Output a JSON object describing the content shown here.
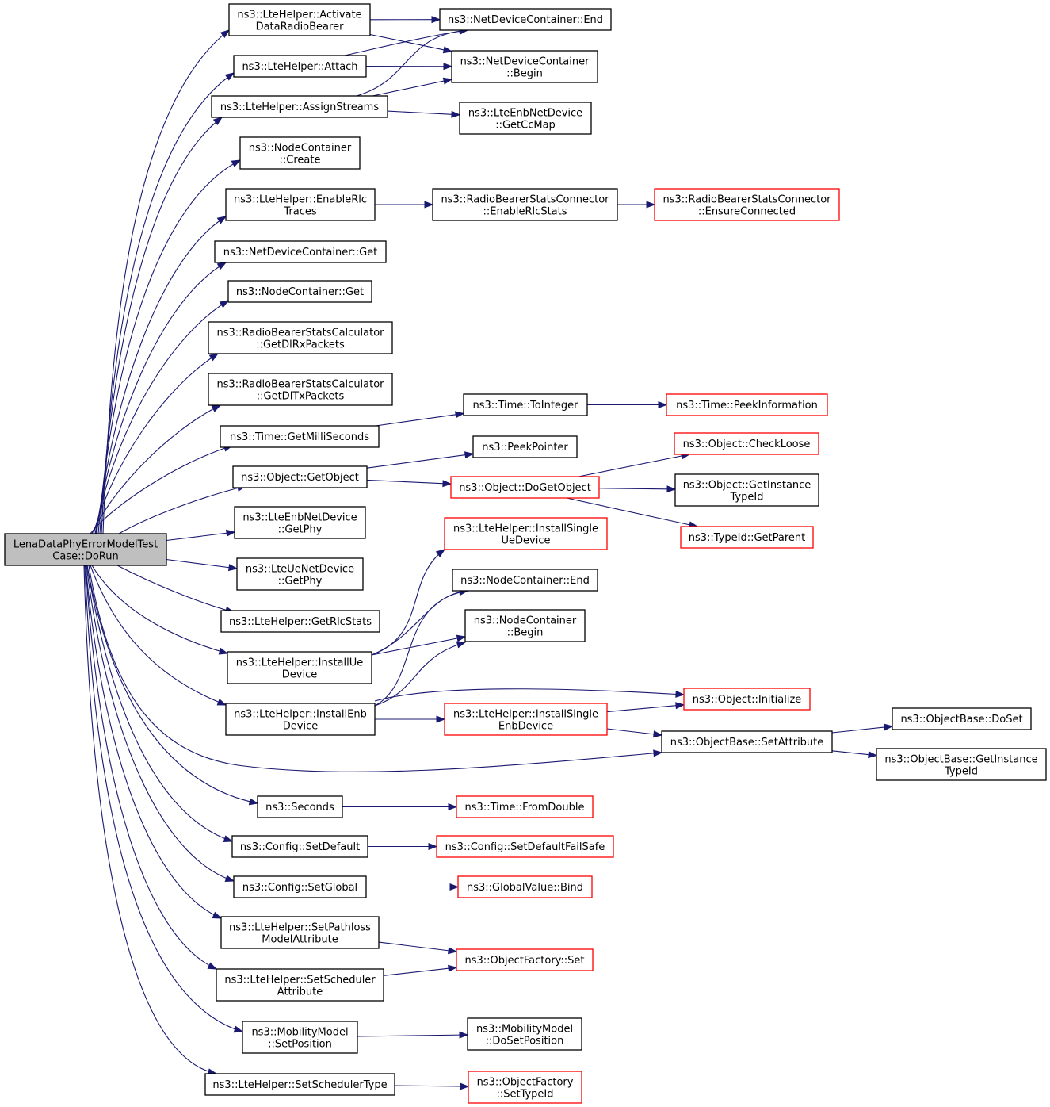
{
  "colors": {
    "root_fill": "#bfbfbf",
    "node_fill": "#ffffff",
    "node_border": "#000000",
    "node_border_truncated": "#ff0000",
    "edge": "#191970"
  },
  "nodes": [
    {
      "id": "root",
      "lines": [
        "LenaDataPhyErrorModelTest",
        "Case::DoRun"
      ],
      "kind": "root"
    },
    {
      "id": "lte_activate",
      "lines": [
        "ns3::LteHelper::Activate",
        "DataRadioBearer"
      ],
      "kind": "normal"
    },
    {
      "id": "ndc_end",
      "lines": [
        "ns3::NetDeviceContainer::End"
      ],
      "kind": "normal"
    },
    {
      "id": "ndc_begin",
      "lines": [
        "ns3::NetDeviceContainer",
        "::Begin"
      ],
      "kind": "normal"
    },
    {
      "id": "lte_attach",
      "lines": [
        "ns3::LteHelper::Attach"
      ],
      "kind": "normal"
    },
    {
      "id": "lte_assign",
      "lines": [
        "ns3::LteHelper::AssignStreams"
      ],
      "kind": "normal"
    },
    {
      "id": "enb_getccmap",
      "lines": [
        "ns3::LteEnbNetDevice",
        "::GetCcMap"
      ],
      "kind": "normal"
    },
    {
      "id": "nc_create",
      "lines": [
        "ns3::NodeContainer",
        "::Create"
      ],
      "kind": "normal"
    },
    {
      "id": "lte_enablerlc",
      "lines": [
        "ns3::LteHelper::EnableRlc",
        "Traces"
      ],
      "kind": "normal"
    },
    {
      "id": "rbsc_enable",
      "lines": [
        "ns3::RadioBearerStatsConnector",
        "::EnableRlcStats"
      ],
      "kind": "normal"
    },
    {
      "id": "rbsc_ensure",
      "lines": [
        "ns3::RadioBearerStatsConnector",
        "::EnsureConnected"
      ],
      "kind": "truncated"
    },
    {
      "id": "ndc_get",
      "lines": [
        "ns3::NetDeviceContainer::Get"
      ],
      "kind": "normal"
    },
    {
      "id": "nc_get",
      "lines": [
        "ns3::NodeContainer::Get"
      ],
      "kind": "normal"
    },
    {
      "id": "rbscalc_rx",
      "lines": [
        "ns3::RadioBearerStatsCalculator",
        "::GetDlRxPackets"
      ],
      "kind": "normal"
    },
    {
      "id": "rbscalc_tx",
      "lines": [
        "ns3::RadioBearerStatsCalculator",
        "::GetDlTxPackets"
      ],
      "kind": "normal"
    },
    {
      "id": "time_toint",
      "lines": [
        "ns3::Time::ToInteger"
      ],
      "kind": "normal"
    },
    {
      "id": "time_peek",
      "lines": [
        "ns3::Time::PeekInformation"
      ],
      "kind": "truncated"
    },
    {
      "id": "time_getms",
      "lines": [
        "ns3::Time::GetMilliSeconds"
      ],
      "kind": "normal"
    },
    {
      "id": "peekpointer",
      "lines": [
        "ns3::PeekPointer"
      ],
      "kind": "normal"
    },
    {
      "id": "obj_checkloose",
      "lines": [
        "ns3::Object::CheckLoose"
      ],
      "kind": "truncated"
    },
    {
      "id": "obj_getobject",
      "lines": [
        "ns3::Object::GetObject"
      ],
      "kind": "normal"
    },
    {
      "id": "obj_dogetobject",
      "lines": [
        "ns3::Object::DoGetObject"
      ],
      "kind": "truncated"
    },
    {
      "id": "obj_getinst",
      "lines": [
        "ns3::Object::GetInstance",
        "TypeId"
      ],
      "kind": "normal"
    },
    {
      "id": "typeid_parent",
      "lines": [
        "ns3::TypeId::GetParent"
      ],
      "kind": "truncated"
    },
    {
      "id": "enb_getphy",
      "lines": [
        "ns3::LteEnbNetDevice",
        "::GetPhy"
      ],
      "kind": "normal"
    },
    {
      "id": "ue_getphy",
      "lines": [
        "ns3::LteUeNetDevice",
        "::GetPhy"
      ],
      "kind": "normal"
    },
    {
      "id": "lte_installsingleue",
      "lines": [
        "ns3::LteHelper::InstallSingle",
        "UeDevice"
      ],
      "kind": "truncated"
    },
    {
      "id": "lte_getrlc",
      "lines": [
        "ns3::LteHelper::GetRlcStats"
      ],
      "kind": "normal"
    },
    {
      "id": "nc_end",
      "lines": [
        "ns3::NodeContainer::End"
      ],
      "kind": "normal"
    },
    {
      "id": "nc_begin",
      "lines": [
        "ns3::NodeContainer",
        "::Begin"
      ],
      "kind": "normal"
    },
    {
      "id": "lte_installue",
      "lines": [
        "ns3::LteHelper::InstallUe",
        "Device"
      ],
      "kind": "normal"
    },
    {
      "id": "obj_init",
      "lines": [
        "ns3::Object::Initialize"
      ],
      "kind": "truncated"
    },
    {
      "id": "lte_installenb",
      "lines": [
        "ns3::LteHelper::InstallEnb",
        "Device"
      ],
      "kind": "normal"
    },
    {
      "id": "lte_installsingleenb",
      "lines": [
        "ns3::LteHelper::InstallSingle",
        "EnbDevice"
      ],
      "kind": "truncated"
    },
    {
      "id": "ob_doset",
      "lines": [
        "ns3::ObjectBase::DoSet"
      ],
      "kind": "normal"
    },
    {
      "id": "ob_setattr",
      "lines": [
        "ns3::ObjectBase::SetAttribute"
      ],
      "kind": "normal"
    },
    {
      "id": "ob_getinst",
      "lines": [
        "ns3::ObjectBase::GetInstance",
        "TypeId"
      ],
      "kind": "normal"
    },
    {
      "id": "seconds",
      "lines": [
        "ns3::Seconds"
      ],
      "kind": "normal"
    },
    {
      "id": "time_fromdouble",
      "lines": [
        "ns3::Time::FromDouble"
      ],
      "kind": "truncated"
    },
    {
      "id": "cfg_setdefault",
      "lines": [
        "ns3::Config::SetDefault"
      ],
      "kind": "normal"
    },
    {
      "id": "cfg_setdefaultfs",
      "lines": [
        "ns3::Config::SetDefaultFailSafe"
      ],
      "kind": "truncated"
    },
    {
      "id": "cfg_setglobal",
      "lines": [
        "ns3::Config::SetGlobal"
      ],
      "kind": "normal"
    },
    {
      "id": "gv_bind",
      "lines": [
        "ns3::GlobalValue::Bind"
      ],
      "kind": "truncated"
    },
    {
      "id": "lte_setpathloss",
      "lines": [
        "ns3::LteHelper::SetPathloss",
        "ModelAttribute"
      ],
      "kind": "normal"
    },
    {
      "id": "of_set",
      "lines": [
        "ns3::ObjectFactory::Set"
      ],
      "kind": "truncated"
    },
    {
      "id": "lte_setschedattr",
      "lines": [
        "ns3::LteHelper::SetScheduler",
        "Attribute"
      ],
      "kind": "normal"
    },
    {
      "id": "mm_setpos",
      "lines": [
        "ns3::MobilityModel",
        "::SetPosition"
      ],
      "kind": "normal"
    },
    {
      "id": "mm_dosetpos",
      "lines": [
        "ns3::MobilityModel",
        "::DoSetPosition"
      ],
      "kind": "normal"
    },
    {
      "id": "lte_setschedtype",
      "lines": [
        "ns3::LteHelper::SetSchedulerType"
      ],
      "kind": "normal"
    },
    {
      "id": "of_settypeid",
      "lines": [
        "ns3::ObjectFactory",
        "::SetTypeId"
      ],
      "kind": "truncated"
    }
  ],
  "edges": [
    [
      "root",
      "lte_activate"
    ],
    [
      "root",
      "lte_attach"
    ],
    [
      "root",
      "lte_assign"
    ],
    [
      "root",
      "nc_create"
    ],
    [
      "root",
      "lte_enablerlc"
    ],
    [
      "root",
      "ndc_get"
    ],
    [
      "root",
      "nc_get"
    ],
    [
      "root",
      "rbscalc_rx"
    ],
    [
      "root",
      "rbscalc_tx"
    ],
    [
      "root",
      "time_getms"
    ],
    [
      "root",
      "obj_getobject"
    ],
    [
      "root",
      "enb_getphy"
    ],
    [
      "root",
      "ue_getphy"
    ],
    [
      "root",
      "lte_getrlc"
    ],
    [
      "root",
      "lte_installue"
    ],
    [
      "root",
      "lte_installenb"
    ],
    [
      "root",
      "ob_setattr"
    ],
    [
      "root",
      "seconds"
    ],
    [
      "root",
      "cfg_setdefault"
    ],
    [
      "root",
      "cfg_setglobal"
    ],
    [
      "root",
      "lte_setpathloss"
    ],
    [
      "root",
      "lte_setschedattr"
    ],
    [
      "root",
      "mm_setpos"
    ],
    [
      "root",
      "lte_setschedtype"
    ],
    [
      "lte_activate",
      "ndc_end"
    ],
    [
      "lte_activate",
      "ndc_begin"
    ],
    [
      "lte_attach",
      "ndc_end"
    ],
    [
      "lte_attach",
      "ndc_begin"
    ],
    [
      "lte_assign",
      "ndc_end"
    ],
    [
      "lte_assign",
      "ndc_begin"
    ],
    [
      "lte_assign",
      "enb_getccmap"
    ],
    [
      "lte_enablerlc",
      "rbsc_enable"
    ],
    [
      "rbsc_enable",
      "rbsc_ensure"
    ],
    [
      "time_getms",
      "time_toint"
    ],
    [
      "time_toint",
      "time_peek"
    ],
    [
      "obj_getobject",
      "peekpointer"
    ],
    [
      "obj_getobject",
      "obj_dogetobject"
    ],
    [
      "obj_dogetobject",
      "obj_checkloose"
    ],
    [
      "obj_dogetobject",
      "obj_getinst"
    ],
    [
      "obj_dogetobject",
      "typeid_parent"
    ],
    [
      "lte_installue",
      "lte_installsingleue"
    ],
    [
      "lte_installue",
      "nc_end"
    ],
    [
      "lte_installue",
      "nc_begin"
    ],
    [
      "lte_installenb",
      "nc_end"
    ],
    [
      "lte_installenb",
      "nc_begin"
    ],
    [
      "lte_installenb",
      "obj_init"
    ],
    [
      "lte_installenb",
      "lte_installsingleenb"
    ],
    [
      "lte_installsingleenb",
      "obj_init"
    ],
    [
      "lte_installsingleenb",
      "ob_setattr"
    ],
    [
      "ob_setattr",
      "ob_doset"
    ],
    [
      "ob_setattr",
      "ob_getinst"
    ],
    [
      "seconds",
      "time_fromdouble"
    ],
    [
      "cfg_setdefault",
      "cfg_setdefaultfs"
    ],
    [
      "cfg_setglobal",
      "gv_bind"
    ],
    [
      "lte_setpathloss",
      "of_set"
    ],
    [
      "lte_setschedattr",
      "of_set"
    ],
    [
      "mm_setpos",
      "mm_dosetpos"
    ],
    [
      "lte_setschedtype",
      "of_settypeid"
    ]
  ]
}
